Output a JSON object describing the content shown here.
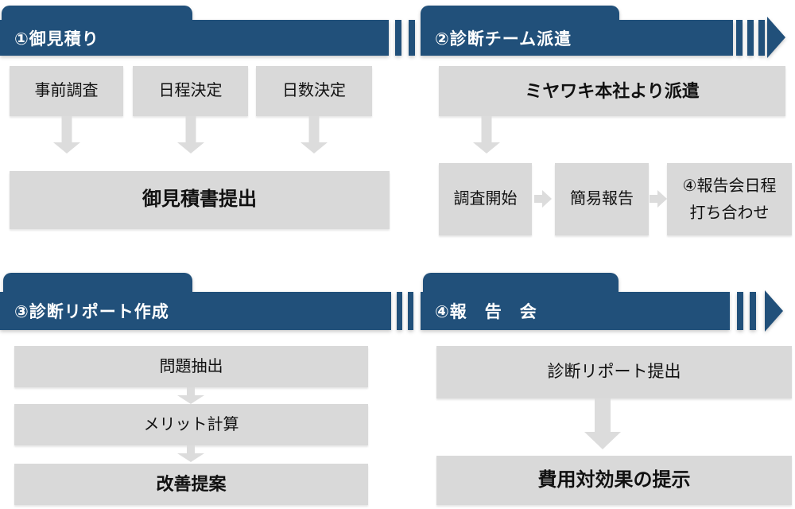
{
  "colors": {
    "header_navy": "#21507a",
    "box_gray": "#d9d9d9",
    "arrow_gray": "#dcdcdc",
    "header_text": "#ffffff",
    "body_text": "#111111",
    "background": "#ffffff"
  },
  "icons": {
    "down-arrow-icon": "block arrow pointing down (CSS/SVG shape)",
    "right-arrow-icon": "block arrow pointing right (CSS/SVG shape)",
    "header-arrowhead-icon": "solid triangle pointing right (CSS shape)",
    "header-stripe": "vertical navy stripe (CSS shape)"
  },
  "sections": {
    "quote": {
      "title": "①御見積り",
      "steps": [
        "事前調査",
        "日程決定",
        "日数決定"
      ],
      "result": "御見積書提出"
    },
    "dispatch": {
      "title": "②診断チーム派遣",
      "source_box": "ミヤワキ本社より派遣",
      "flow_boxes": [
        "調査開始",
        "簡易報告"
      ],
      "meeting_box": {
        "line1": "④報告会日程",
        "line2": "打ち合わせ"
      }
    },
    "report": {
      "title": "③診断リポート作成",
      "steps": [
        "問題抽出",
        "メリット計算"
      ],
      "result": "改善提案"
    },
    "meeting": {
      "title": "④報　告　会",
      "step": "診断リポート提出",
      "result": "費用対効果の提示"
    }
  }
}
